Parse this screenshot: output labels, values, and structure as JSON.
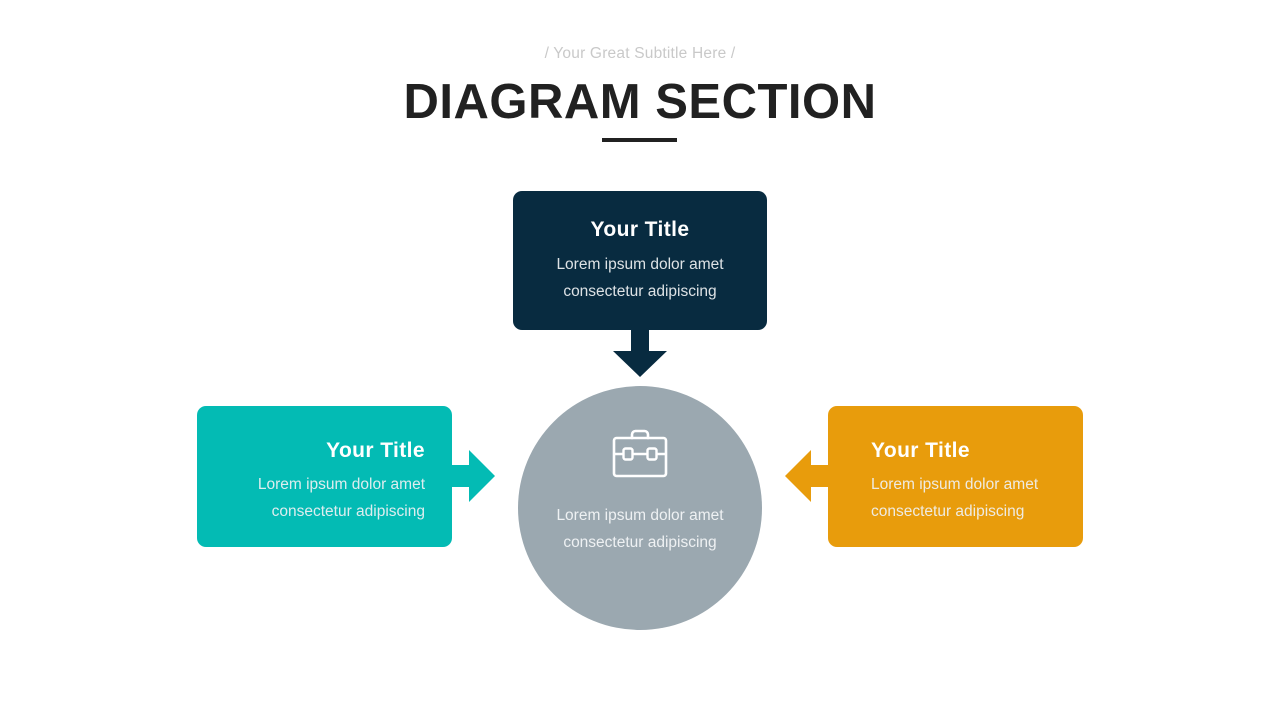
{
  "header": {
    "subtitle": "/ Your Great Subtitle Here /",
    "title": "DIAGRAM SECTION"
  },
  "colors": {
    "background": "#ffffff",
    "title": "#212121",
    "subtitle": "#c9c9c9",
    "navy": "#082B40",
    "teal": "#03BBB4",
    "orange": "#E89C0C",
    "gray_circle": "#9BA8B0",
    "card_text": "#ffffff"
  },
  "diagram": {
    "type": "converging-process-diagram",
    "center": {
      "icon": "briefcase-icon",
      "description": "Lorem ipsum dolor amet consectetur adipiscing",
      "description_line1": "Lorem ipsum dolor amet",
      "description_line2": "consectetur adipiscing",
      "shape": "circle",
      "color": "#9BA8B0"
    },
    "nodes": [
      {
        "id": "top",
        "title": "Your Title",
        "description_line1": "Lorem ipsum dolor amet",
        "description_line2": "consectetur adipiscing",
        "color": "#082B40",
        "arrow": "arrow-down-icon",
        "align": "center"
      },
      {
        "id": "left",
        "title": "Your Title",
        "description_line1": "Lorem ipsum dolor amet",
        "description_line2": "consectetur adipiscing",
        "color": "#03BBB4",
        "arrow": "arrow-right-icon",
        "align": "right"
      },
      {
        "id": "right",
        "title": "Your Title",
        "description_line1": "Lorem ipsum dolor amet",
        "description_line2": "consectetur adipiscing",
        "color": "#E89C0C",
        "arrow": "arrow-left-icon",
        "align": "left"
      }
    ]
  }
}
